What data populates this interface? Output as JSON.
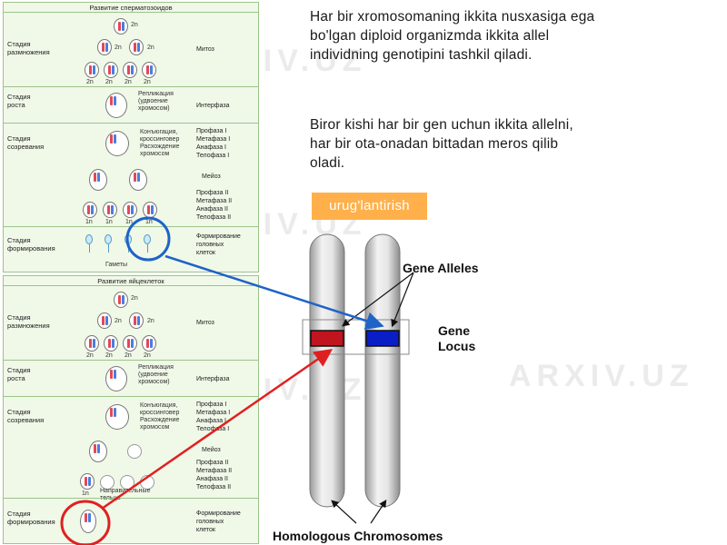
{
  "paragraph1": [
    "Har bir xromosomaning ikkita nusxasiga ega",
    "bo'lgan diploid organizmda ikkita allel",
    "individning genotipini tashkil qiladi."
  ],
  "paragraph2": [
    "Biror kishi har bir gen uchun ikkita allelni,",
    "har bir ota-onadan bittadan meros qilib",
    "oladi."
  ],
  "tag_label": "urug'lantirish",
  "watermark": "ARXIV.UZ",
  "spermatogenesis": {
    "title": "Развитие сперматозоидов",
    "stage1": [
      "Стадия",
      "размножения"
    ],
    "stage2": [
      "Стадия",
      "роста"
    ],
    "stage3": [
      "Стадия",
      "созревания"
    ],
    "stage4": [
      "Стадия",
      "формирования"
    ],
    "phase_mitosis": "Митоз",
    "phase_interphase": "Интерфаза",
    "replication": [
      "Репликация",
      "(удвоение",
      "хромосом)"
    ],
    "conjugation": [
      "Конъюгация,",
      "кроссинговер"
    ],
    "divergence": [
      "Расхождение",
      "хромосом"
    ],
    "meiosis1": [
      "Профаза I",
      "Метафаза I",
      "Анафаза I",
      "Телофаза I"
    ],
    "meiosis_label": "Мейоз",
    "meiosis2": [
      "Профаза II",
      "Метафаза II",
      "Анафаза II",
      "Телофаза II"
    ],
    "formation": [
      "Формирование",
      "головных",
      "клеток"
    ],
    "gametes": "Гаметы",
    "ploidy_2n": "2n",
    "ploidy_1n": "1n"
  },
  "oogenesis": {
    "title": "Развитие яйцеклеток",
    "stage1": [
      "Стадия",
      "размножения"
    ],
    "stage2": [
      "Стадия",
      "роста"
    ],
    "stage3": [
      "Стадия",
      "созревания"
    ],
    "stage4": [
      "Стадия",
      "формирования"
    ],
    "phase_mitosis": "Митоз",
    "phase_interphase": "Интерфаза",
    "replication": [
      "Репликация",
      "(удвоение",
      "хромосом)"
    ],
    "conjugation": [
      "Конъюгация,",
      "кроссинговер"
    ],
    "divergence": [
      "Расхождение",
      "хромосом"
    ],
    "meiosis1": [
      "Профаза I",
      "Метафаза I",
      "Анафаза I",
      "Телофаза I"
    ],
    "meiosis_label": "Мейоз",
    "meiosis2": [
      "Профаза II",
      "Метафаза II",
      "Анафаза II",
      "Телофаза II"
    ],
    "polar_bodies": [
      "Направительные",
      "тельца"
    ],
    "formation": [
      "Формирование",
      "головных",
      "клеток"
    ]
  },
  "chromosome_diagram": {
    "gene_alleles": "Gene Alleles",
    "gene_locus": [
      "Gene",
      "Locus"
    ],
    "homologous": "Homologous Chromosomes"
  },
  "colors": {
    "tag": "#ffb04a",
    "arrow_blue": "#1e63c8",
    "arrow_red": "#e02020",
    "allele_red": "#c0141e",
    "allele_blue": "#0a1ec8"
  }
}
